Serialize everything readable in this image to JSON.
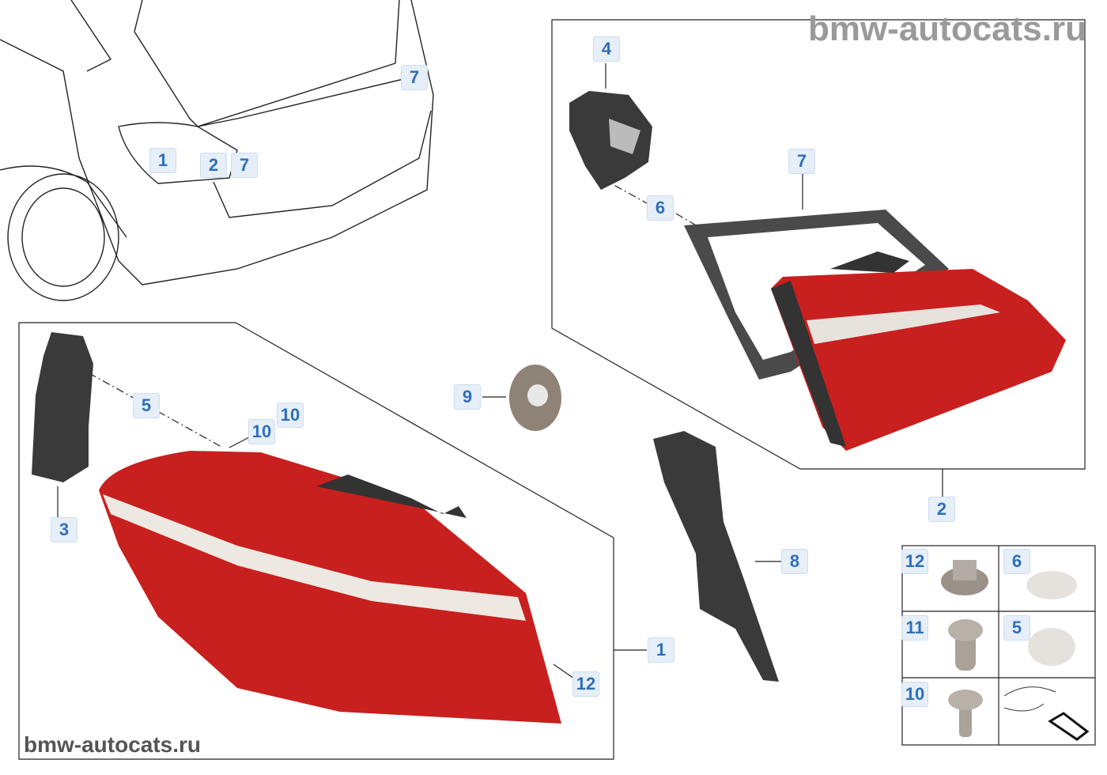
{
  "watermark_top": "bmw-autocats.ru",
  "watermark_bottom": "bmw-autocats.ru",
  "overview_callouts": [
    "1",
    "2",
    "7",
    "7"
  ],
  "inner_light_callouts": {
    "holder": "4",
    "frame": "7",
    "bulb": "6",
    "assembly": "2"
  },
  "outer_light_callouts": {
    "holder": "3",
    "bulb": "5",
    "screw_a": "10",
    "screw_b": "10",
    "assembly": "1",
    "nut": "12"
  },
  "loose_parts_callouts": {
    "grommet": "9",
    "seal": "8"
  },
  "legend": [
    {
      "label": "12",
      "part": "hex-nut"
    },
    {
      "label": "6",
      "part": "wedge-bulb"
    },
    {
      "label": "11",
      "part": "expanding-nut"
    },
    {
      "label": "5",
      "part": "bulb"
    },
    {
      "label": "10",
      "part": "screw"
    }
  ],
  "colors": {
    "callout_text": "#2f6fb8",
    "callout_bg": "#e6eef8",
    "lamp_red": "#c8201e"
  }
}
